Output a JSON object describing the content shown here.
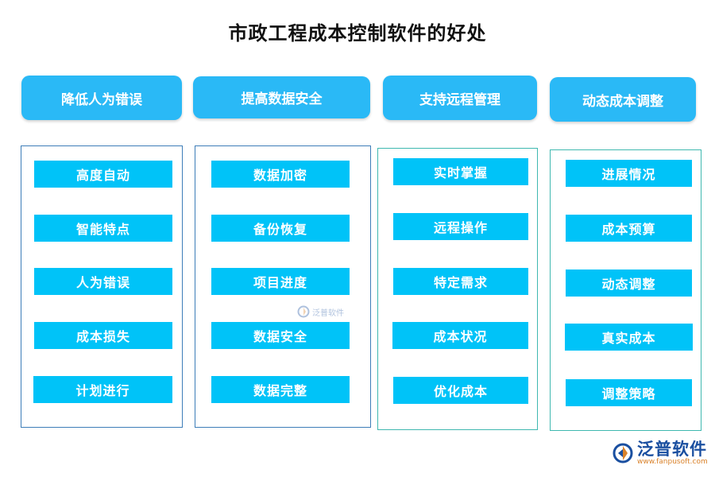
{
  "title": "市政工程成本控制软件的好处",
  "colors": {
    "header_bg": "#2ab9f6",
    "item_bg": "#00c3f8",
    "panel_border_blue": "#3d7db8",
    "panel_border_teal": "#3fb8b0",
    "watermark": "#1a4fa0",
    "logo_blue": "#1a4fa0",
    "logo_orange": "#d9822b"
  },
  "columns": [
    {
      "header": "降低人为错误",
      "items": [
        "高度自动",
        "智能特点",
        "人为错误",
        "成本损失",
        "计划进行"
      ]
    },
    {
      "header": "提高数据安全",
      "items": [
        "数据加密",
        "备份恢复",
        "项目进度",
        "数据安全",
        "数据完整"
      ]
    },
    {
      "header": "支持远程管理",
      "items": [
        "实时掌握",
        "远程操作",
        "特定需求",
        "成本状况",
        "优化成本"
      ]
    },
    {
      "header": "动态成本调整",
      "items": [
        "进展情况",
        "成本预算",
        "动态调整",
        "真实成本",
        "调整策略"
      ]
    }
  ],
  "watermark": {
    "text": "泛普软件",
    "icon": "fanpu-logo-icon"
  },
  "logo": {
    "name": "泛普软件",
    "url": "www.fanpusoft.com",
    "icon": "fanpu-logo-icon"
  }
}
